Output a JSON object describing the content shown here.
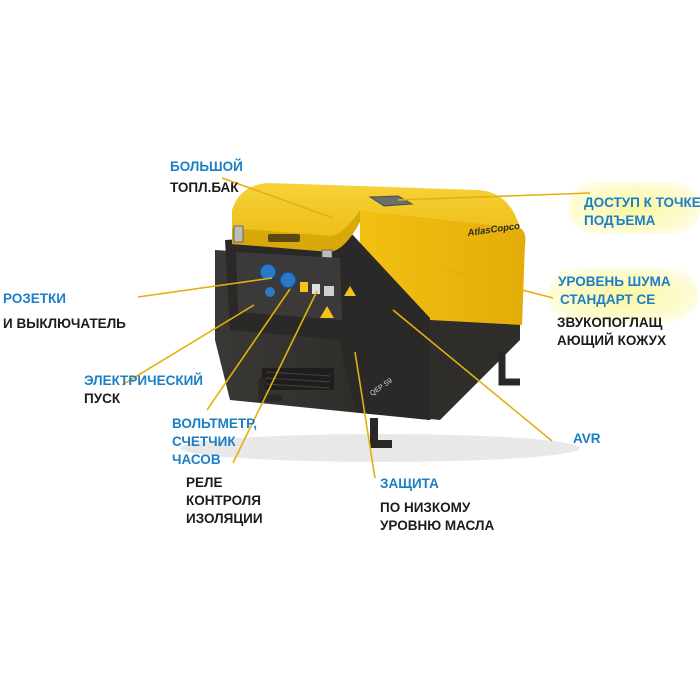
{
  "colors": {
    "label_blue": "#1a7fc6",
    "label_dark": "#1c1c1c",
    "leader_line": "#e2b10e",
    "generator_yellow": "#f3c315",
    "generator_dark": "#2d2b29",
    "highlight": "#fbf7a0"
  },
  "brand": {
    "logo_text": "AtlasCopco",
    "model_text": "QEP S9"
  },
  "callouts": {
    "big_tank": {
      "line1": "БОЛЬШОЙ",
      "line2": "ТОПЛ.БАК"
    },
    "lift_point": {
      "line1": "ДОСТУП К ТОЧКЕ",
      "line2": "ПОДЪЕМА"
    },
    "sockets": {
      "line1": "РОЗЕТКИ",
      "line2": "И ВЫКЛЮЧАТЕЛЬ"
    },
    "noise": {
      "line1": "УРОВЕНЬ ШУМА",
      "line2": "СТАНДАРТ CE"
    },
    "housing": {
      "line1": "ЗВУКОПОГЛАЩ",
      "line2": "АЮЩИЙ КОЖУХ"
    },
    "electric_start": {
      "line1": "ЭЛЕКТРИЧЕСКИЙ",
      "line2": "ПУСК"
    },
    "voltmeter": {
      "line1": "ВОЛЬТМЕТР,",
      "line2": "СЧЕТЧИК",
      "line3": "ЧАСОВ"
    },
    "avr": {
      "line1": "AVR"
    },
    "relay": {
      "line1": "РЕЛЕ",
      "line2": "КОНТРОЛЯ",
      "line3": "ИЗОЛЯЦИИ"
    },
    "protection": {
      "line1": "ЗАЩИТА",
      "line2": "ПО НИЗКОМУ",
      "line3": "УРОВНЮ МАСЛА"
    }
  }
}
